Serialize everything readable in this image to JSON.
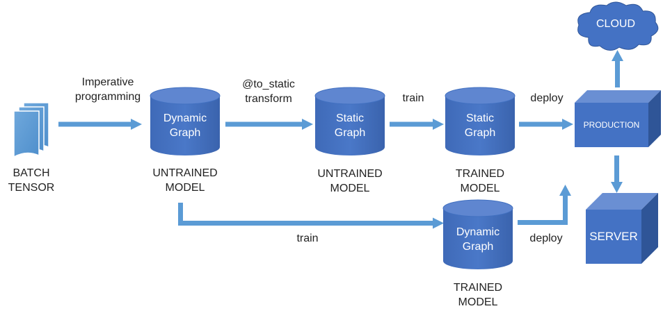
{
  "input": {
    "label_line1": "BATCH",
    "label_line2": "TENSOR"
  },
  "edges": {
    "imperative": {
      "line1": "Imperative",
      "line2": "programming"
    },
    "to_static": {
      "line1": "@to_static",
      "line2": "transform"
    },
    "train_top": "train",
    "deploy_top": "deploy",
    "train_bottom": "train",
    "deploy_bottom": "deploy"
  },
  "nodes": {
    "dyn_untrained": {
      "line1": "Dynamic",
      "line2": "Graph",
      "cap1": "UNTRAINED",
      "cap2": "MODEL"
    },
    "static_untrained": {
      "line1": "Static",
      "line2": "Graph",
      "cap1": "UNTRAINED",
      "cap2": "MODEL"
    },
    "static_trained": {
      "line1": "Static",
      "line2": "Graph",
      "cap1": "TRAINED",
      "cap2": "MODEL"
    },
    "dyn_trained": {
      "line1": "Dynamic",
      "line2": "Graph",
      "cap1": "TRAINED",
      "cap2": "MODEL"
    },
    "production": "PRODUCTION",
    "cloud": "CLOUD",
    "server": "SERVER"
  },
  "colors": {
    "shape_fill": "#4472c4",
    "shape_top": "#6a8fd3",
    "shape_dark": "#2f5597",
    "arrow": "#5b9bd5",
    "text": "#222222"
  }
}
